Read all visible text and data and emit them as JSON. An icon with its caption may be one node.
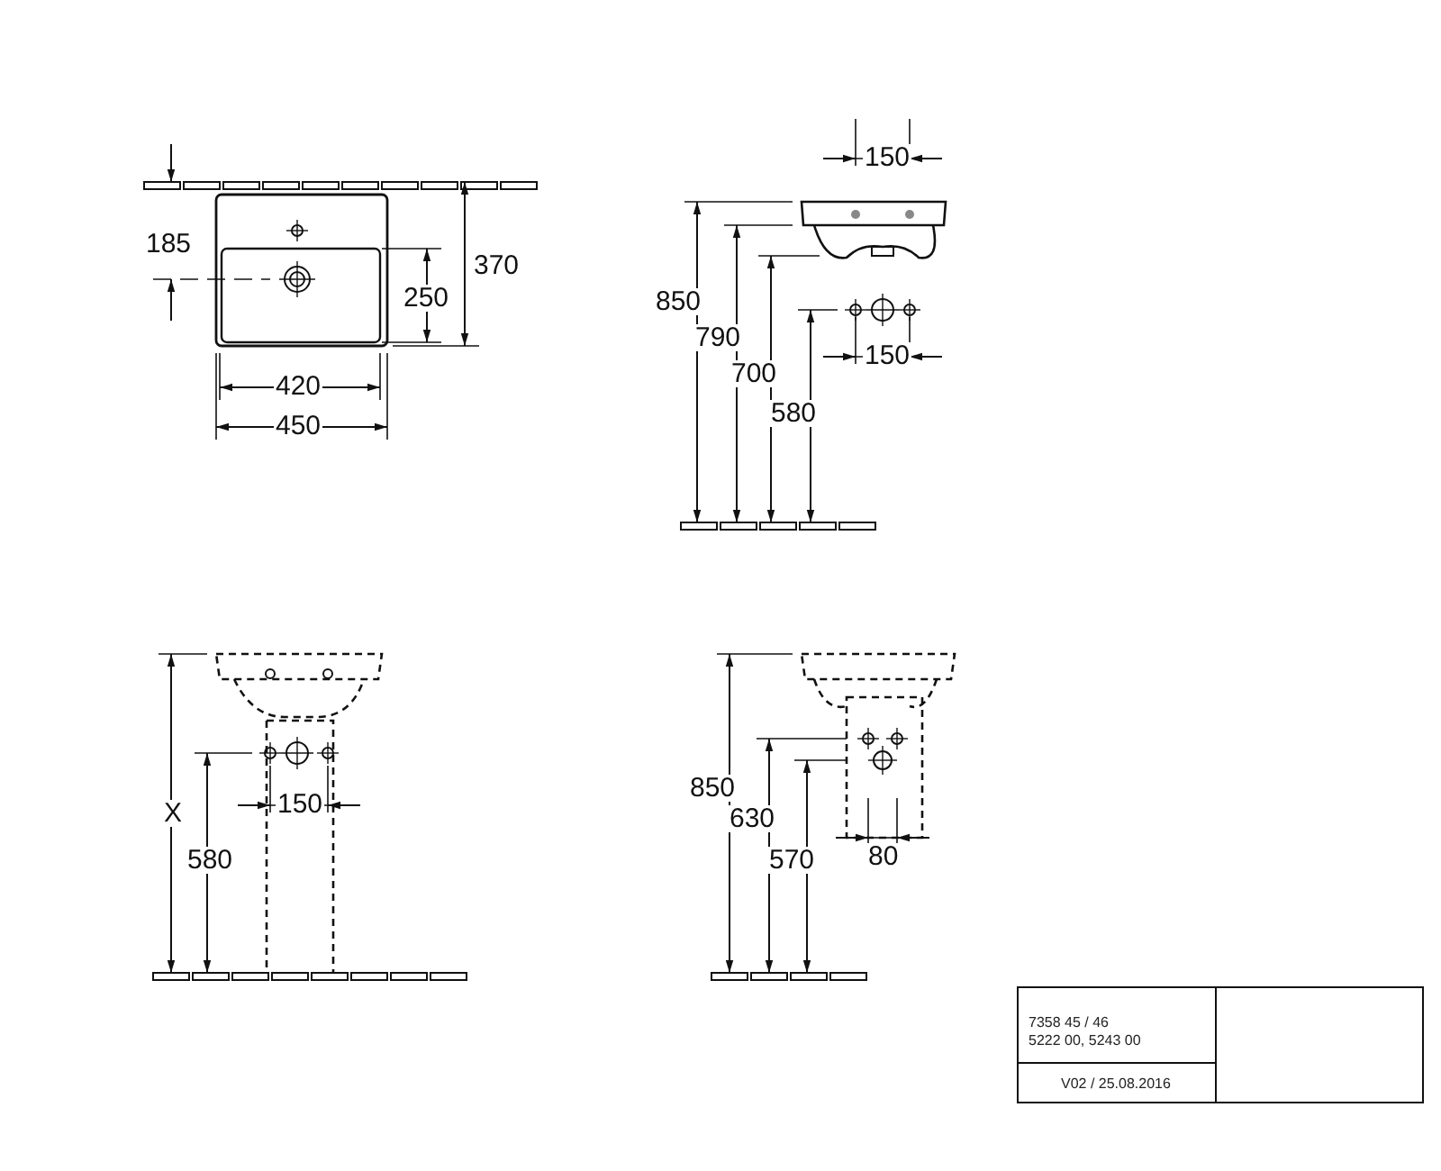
{
  "diagram": {
    "labels": [
      "185",
      "370",
      "250",
      "420",
      "450",
      "150",
      "850",
      "790",
      "700",
      "150",
      "580",
      "X",
      "150",
      "580",
      "850",
      "630",
      "570",
      "80",
      "7358 45 / 46",
      "5222 00, 5243 00",
      "V02 / 25.08.2016"
    ]
  }
}
